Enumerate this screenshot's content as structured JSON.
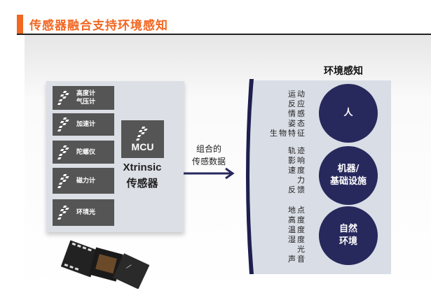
{
  "title": "传感器融合支持环境感知",
  "sensors": [
    "高度计\n气压计",
    "加速计",
    "陀螺仪",
    "磁力计",
    "环境光"
  ],
  "mcu": {
    "label": "MCU",
    "name_line1": "Xtrinsic",
    "name_line2": "传感器"
  },
  "arrow": {
    "line1": "组合的",
    "line2": "传感数据"
  },
  "right": {
    "title": "环境感知",
    "groups": [
      {
        "circle": "人",
        "items": [
          "运动",
          "反应",
          "情感",
          "姿态",
          "生物特征"
        ]
      },
      {
        "circle": "机器/\n基础设施",
        "items": [
          "轨迹",
          "影响",
          "速度",
          "力",
          "反馈"
        ]
      },
      {
        "circle": "自然\n环境",
        "items": [
          "地点",
          "高度",
          "温度",
          "湿度",
          "光",
          "声音"
        ]
      }
    ]
  },
  "colors": {
    "accent": "#f26722",
    "navy": "#27285c",
    "panel": "#dcdfe5",
    "box": "#555555"
  }
}
